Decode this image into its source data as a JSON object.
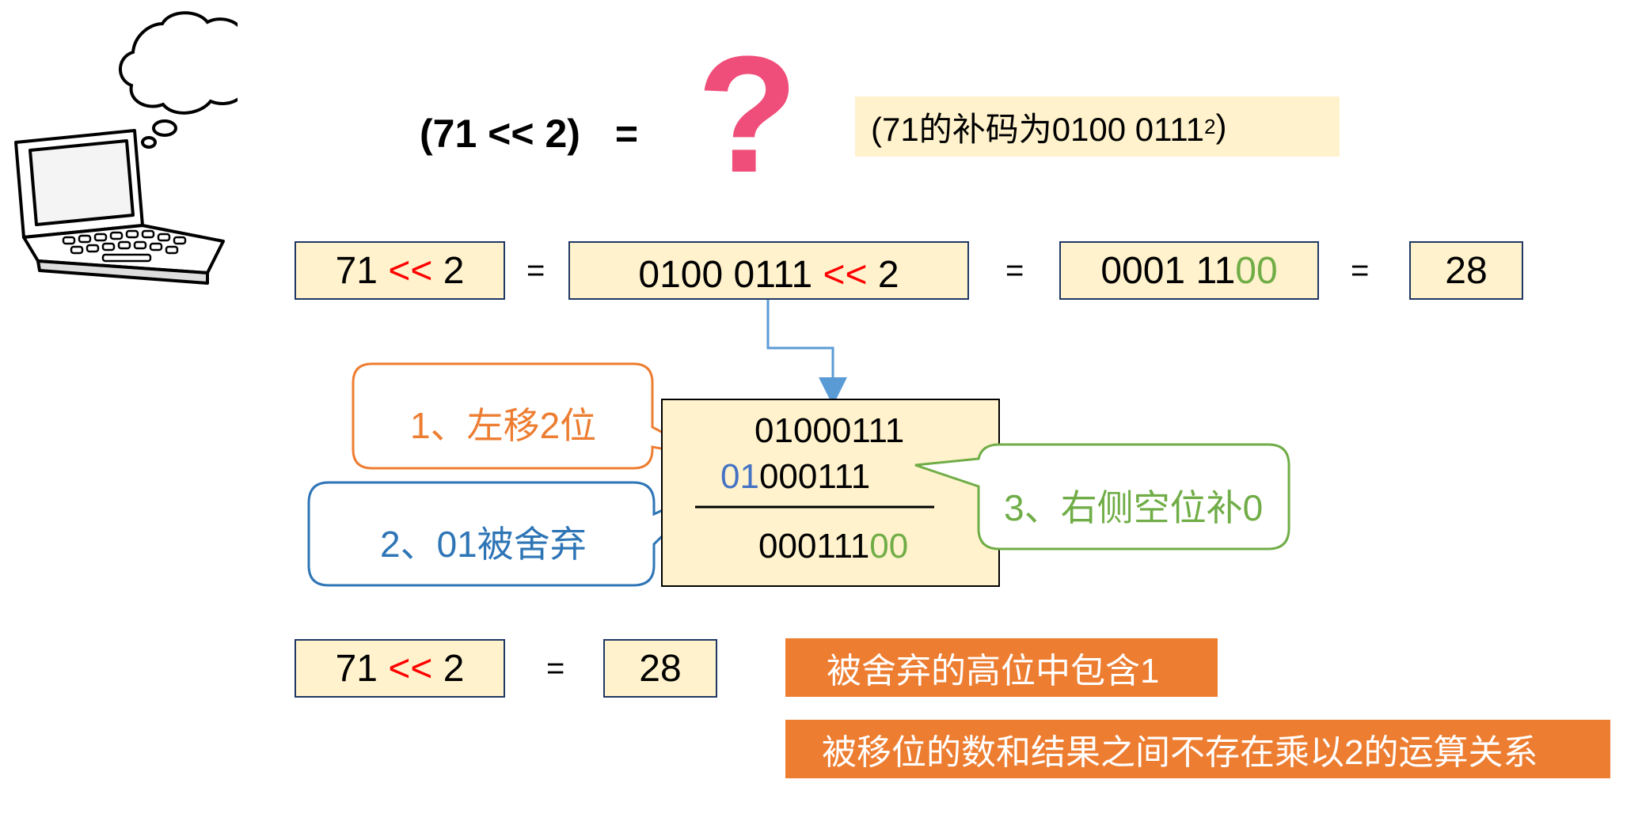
{
  "title": {
    "expression": "(71 << 2)",
    "equals": "=",
    "question_mark": "?"
  },
  "complement_note": {
    "prefix": "(71的补码为0100 0111",
    "subscript": "2",
    "suffix": ")"
  },
  "row1": {
    "box1": {
      "num": "71",
      "op": "<<",
      "shift": "2"
    },
    "eq1": "=",
    "box2": {
      "bits": "0100 0111",
      "op": "<<",
      "shift": "2"
    },
    "eq2": "=",
    "box3": {
      "bits_kept": "0001 11",
      "bits_filled": "00"
    },
    "eq3": "=",
    "box4": {
      "result": "28"
    }
  },
  "calculation": {
    "line1": "01000111",
    "line2_discarded": "01",
    "line2_rest": "000111",
    "line3_kept": "000111",
    "line3_filled": "00"
  },
  "callouts": {
    "step1": "1、左移2位",
    "step2": "2、01被舍弃",
    "step3": "3、右侧空位补0"
  },
  "row2": {
    "box1": {
      "num": "71",
      "op": "<<",
      "shift": "2"
    },
    "eq": "=",
    "box2": {
      "result": "28"
    }
  },
  "conclusions": {
    "line1": "被舍弃的高位中包含1",
    "line2": "被移位的数和结果之间不存在乘以2的运算关系"
  },
  "colors": {
    "box_fill": "#fff2cc",
    "box_border": "#1f3864",
    "operator": "#ff0000",
    "filled_zero": "#70ad47",
    "discarded": "#4472c4",
    "callout_orange": "#ed7d31",
    "callout_blue": "#2e75b6",
    "callout_green": "#70ad47",
    "question_mark": "#f04e7a",
    "arrow": "#5b9bd5"
  }
}
